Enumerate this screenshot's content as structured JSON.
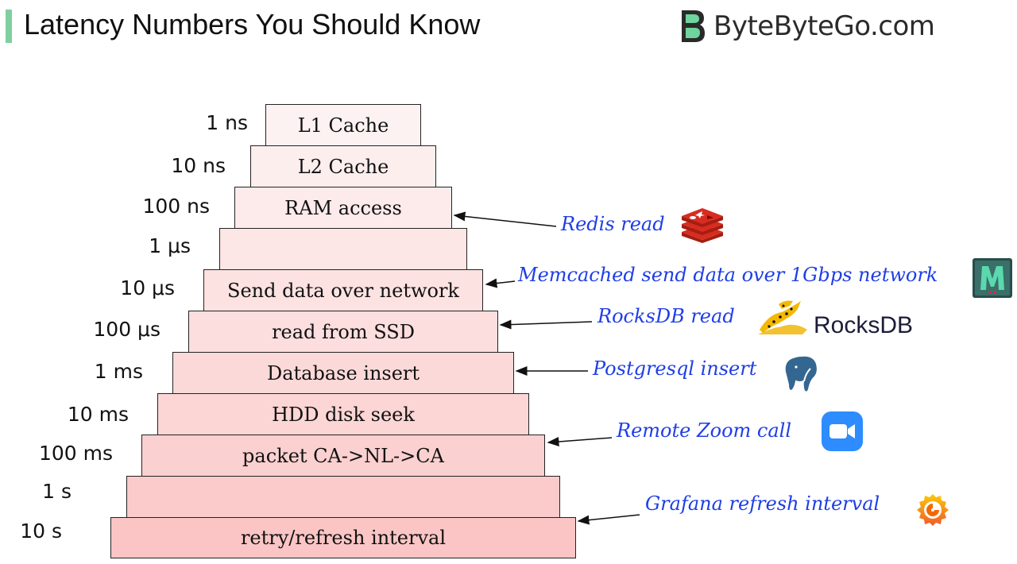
{
  "header": {
    "title": "Latency Numbers You Should Know",
    "brand": "ByteByteGo.com",
    "accent_color": "#7fcf9f"
  },
  "pyramid": {
    "tiers": [
      {
        "latency": "1 ns",
        "label": "L1 Cache",
        "fill": "#fdf2f2"
      },
      {
        "latency": "10 ns",
        "label": "L2 Cache",
        "fill": "#fdeeee"
      },
      {
        "latency": "100 ns",
        "label": "RAM access",
        "fill": "#fdeaea"
      },
      {
        "latency": "1  μs",
        "label": "",
        "fill": "#fde6e6"
      },
      {
        "latency": "10  μs",
        "label": "Send data over network",
        "fill": "#fde2e2"
      },
      {
        "latency": "100  μs",
        "label": "read from SSD",
        "fill": "#fcdede"
      },
      {
        "latency": "1  ms",
        "label": "Database insert",
        "fill": "#fcd9d9"
      },
      {
        "latency": "10  ms",
        "label": "HDD disk seek",
        "fill": "#fcd5d5"
      },
      {
        "latency": "100  ms",
        "label": "packet CA->NL->CA",
        "fill": "#fbd0d0"
      },
      {
        "latency": "1  s",
        "label": "",
        "fill": "#fbcbcb"
      },
      {
        "latency": "10  s",
        "label": "retry/refresh interval",
        "fill": "#fbc5c5"
      }
    ]
  },
  "annotations": [
    {
      "text": "Redis read",
      "icon": "redis-icon",
      "tier": "RAM access"
    },
    {
      "text": "Memcached send data over 1Gbps network",
      "icon": "memcached-icon",
      "tier": "Send data over network"
    },
    {
      "text": "RocksDB read",
      "icon": "rocksdb-icon",
      "icon_text": "RocksDB",
      "tier": "read from SSD"
    },
    {
      "text": "Postgresql insert",
      "icon": "postgresql-icon",
      "tier": "Database insert"
    },
    {
      "text": "Remote Zoom call",
      "icon": "zoom-icon",
      "tier": "packet CA->NL->CA"
    },
    {
      "text": "Grafana refresh interval",
      "icon": "grafana-icon",
      "tier": "retry/refresh interval"
    }
  ],
  "colors": {
    "annotation_text": "#1f3ee6",
    "redis": "#d82c20",
    "memcached": "#2a6b66",
    "zoom": "#2d8cff",
    "grafana": "#f46800",
    "postgresql": "#336791"
  }
}
